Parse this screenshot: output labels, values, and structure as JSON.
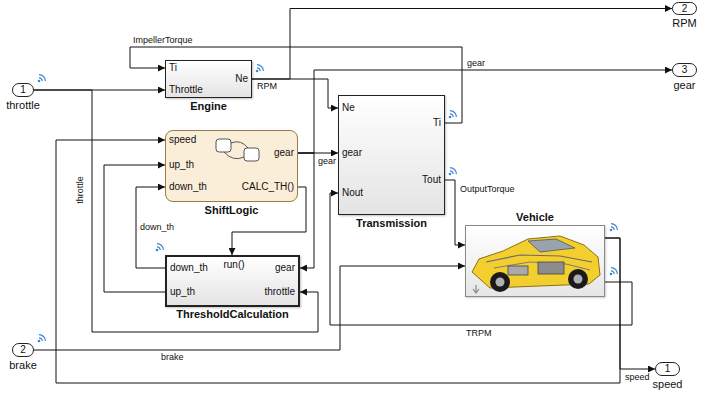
{
  "diagram": {
    "nodes": [
      {
        "text": [
          "1",
          "throttle"
        ]
      },
      {
        "text": [
          "Ti",
          "Throttle",
          "Ne",
          "Engine"
        ]
      },
      {
        "text": [
          "speed",
          "up_th",
          "down_th",
          "gear",
          "CALC_TH()",
          "ShiftLogic"
        ]
      },
      {
        "text": [
          "Ne",
          "gear",
          "Nout",
          "Ti",
          "Tout",
          "Transmission"
        ]
      },
      {
        "text": [
          "Vehicle"
        ]
      },
      {
        "text": [
          "down_th",
          "up_th",
          "run()",
          "gear",
          "throttle",
          "ThresholdCalculation"
        ]
      },
      {
        "text": [
          "2",
          "brake"
        ]
      },
      {
        "text": [
          "2",
          "RPM"
        ]
      },
      {
        "text": [
          "3",
          "gear"
        ]
      },
      {
        "text": [
          "1",
          "speed"
        ]
      }
    ],
    "edges": [
      {
        "from": 0,
        "to": 1,
        "arrow": "to"
      },
      {
        "from": 0,
        "to": 5,
        "arrow": "to",
        "label": "throttle"
      },
      {
        "from": 1,
        "to": 3,
        "arrow": "to",
        "label": "RPM"
      },
      {
        "from": 1,
        "to": 7,
        "arrow": "to"
      },
      {
        "from": 3,
        "to": 1,
        "arrow": "to",
        "label": "ImpellerTorque"
      },
      {
        "from": 2,
        "to": 3,
        "arrow": "to",
        "label": "gear"
      },
      {
        "from": 2,
        "to": 5,
        "arrow": "to"
      },
      {
        "from": 2,
        "to": 8,
        "arrow": "to",
        "label": "gear"
      },
      {
        "from": 2,
        "to": 5,
        "arrow": "to"
      },
      {
        "from": 5,
        "to": 2,
        "arrow": "to",
        "label": "down_th"
      },
      {
        "from": 5,
        "to": 2,
        "arrow": "to"
      },
      {
        "from": 3,
        "to": 4,
        "arrow": "to",
        "label": "OutputTorque"
      },
      {
        "from": 4,
        "to": 3,
        "arrow": "to",
        "label": "TRPM"
      },
      {
        "from": 4,
        "to": 9,
        "arrow": "to",
        "label": "speed"
      },
      {
        "from": 4,
        "to": 2,
        "arrow": "to"
      },
      {
        "from": 6,
        "to": 4,
        "arrow": "to",
        "label": "brake"
      }
    ]
  }
}
